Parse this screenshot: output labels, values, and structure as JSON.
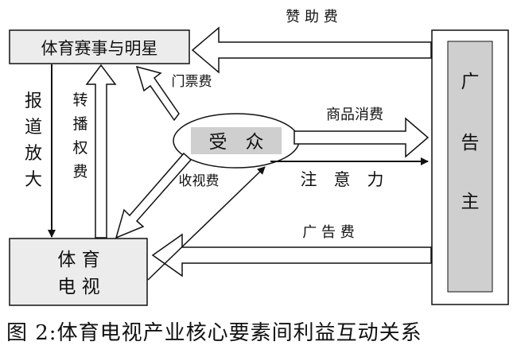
{
  "nodes": {
    "sports_events": "体育赛事与明星",
    "audience": "受　众",
    "sports_tv_line1": "体 育",
    "sports_tv_line2": "电 视",
    "advertiser": [
      "广",
      "告",
      "主"
    ]
  },
  "edges": {
    "sponsorship": "赞 助 费",
    "ticket_fee": "门票费",
    "product_consumption": "商品消费",
    "attention": "注　意　力",
    "viewing_fee": "收视费",
    "ad_fee": "广 告 费",
    "reporting_amplification": [
      "报",
      "道",
      "放",
      "大"
    ],
    "broadcast_rights_fee": [
      "转",
      "播",
      "权",
      "费"
    ]
  },
  "caption": "图 2:体育电视产业核心要素间利益互动关系",
  "colors": {
    "box_fill": "#ececec",
    "advertiser_fill": "#cfcfcf",
    "stroke": "#111111"
  }
}
